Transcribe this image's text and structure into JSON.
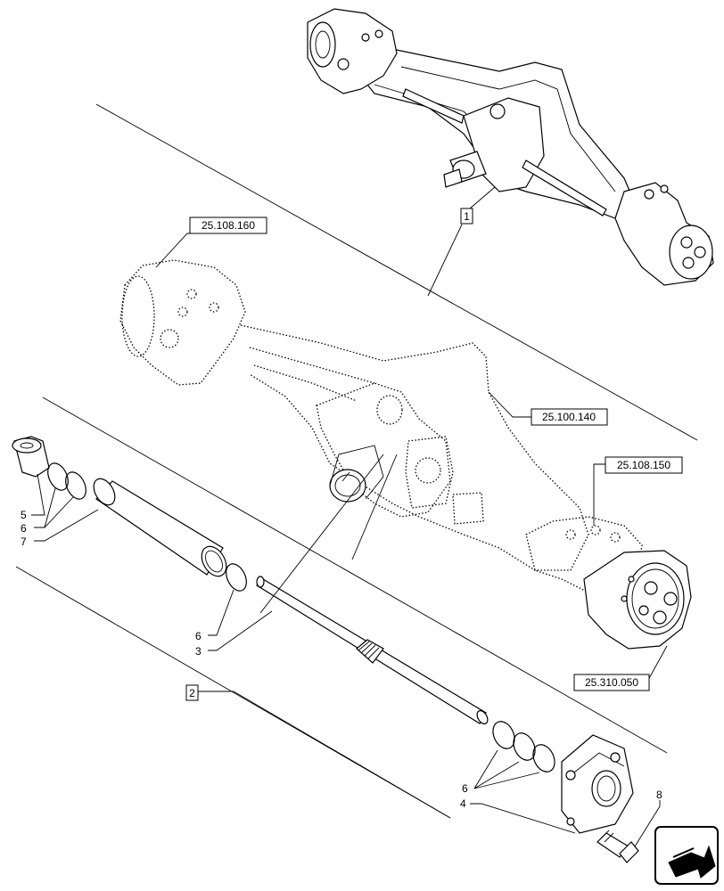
{
  "reference_boxes": [
    "25.108.160",
    "25.100.140",
    "25.108.150",
    "25.310.050"
  ],
  "callouts": {
    "boxed_1": "1",
    "boxed_2": "2",
    "item_5": "5",
    "item_6a": "6",
    "item_7": "7",
    "item_6b": "6",
    "item_3": "3",
    "item_6c": "6",
    "item_4": "4",
    "item_8": "8"
  },
  "icons": {
    "nav": "next-page-arrow-icon"
  }
}
